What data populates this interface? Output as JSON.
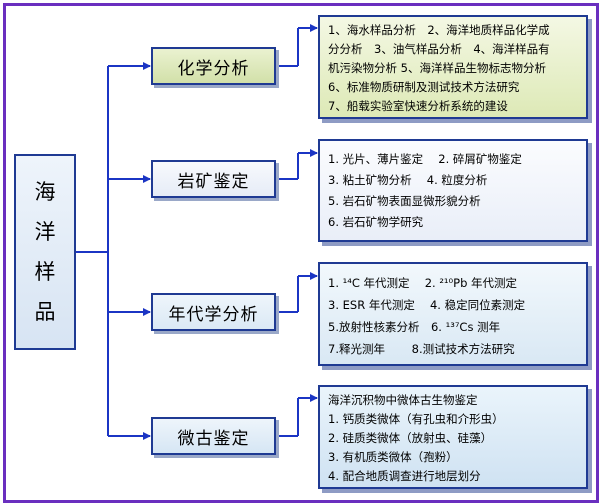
{
  "root": {
    "chars": [
      "海",
      "洋",
      "样",
      "品"
    ]
  },
  "categories": [
    {
      "label": "化学分析",
      "lines": [
        "1、海水样品分析　2、海洋地质样品化学成",
        "分分析　3、油气样品分析　4、海洋样品有",
        "机污染物分析 5、海洋样品生物标志物分析",
        "6、标准物质研制及测试技术方法研究",
        "7、船载实验室快速分析系统的建设"
      ]
    },
    {
      "label": "岩矿鉴定",
      "lines": [
        "1. 光片、薄片鉴定　 2. 碎屑矿物鉴定",
        "3. 粘土矿物分析　 4. 粒度分析",
        "5. 岩石矿物表面显微形貌分析",
        "6. 岩石矿物学研究"
      ]
    },
    {
      "label": "年代学分析",
      "lines": [
        "1. ¹⁴C 年代测定　 2. ²¹⁰Pb 年代测定",
        "3. ESR 年代测定　 4. 稳定同位素测定",
        "5.放射性核素分析　6. ¹³⁷Cs 测年",
        "7.释光测年　　 8.测试技术方法研究"
      ]
    },
    {
      "label": "微古鉴定",
      "lines": [
        "海洋沉积物中微体古生物鉴定",
        "1. 钙质类微体（有孔虫和介形虫）",
        "2. 硅质类微体（放射虫、硅藻）",
        "3. 有机质类微体（孢粉）",
        "4. 配合地质调查进行地层划分"
      ]
    }
  ],
  "colors": {
    "connector": "#1b35c4",
    "frame": "#6a2fbf",
    "box_border": "#1f3a93"
  }
}
